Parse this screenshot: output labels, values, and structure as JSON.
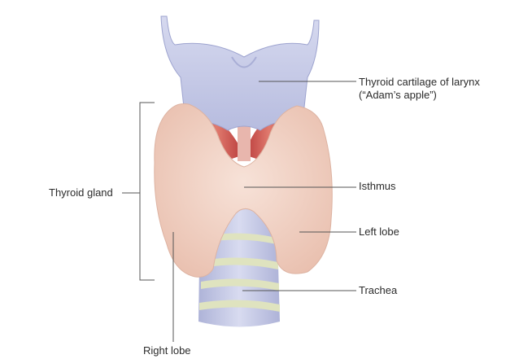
{
  "labels": {
    "thyroid_cartilage_line1": "Thyroid cartilage of larynx",
    "thyroid_cartilage_line2": "(“Adam’s apple”)",
    "isthmus": "Isthmus",
    "left_lobe": "Left lobe",
    "trachea": "Trachea",
    "thyroid_gland": "Thyroid gland",
    "right_lobe": "Right lobe"
  },
  "colors": {
    "background": "#ffffff",
    "cartilage": "#c9cde8",
    "gland": "#f2d2c4",
    "muscle": "#c94a4a",
    "trachea_band": "#d9ddb8",
    "leader_line": "#555555"
  }
}
